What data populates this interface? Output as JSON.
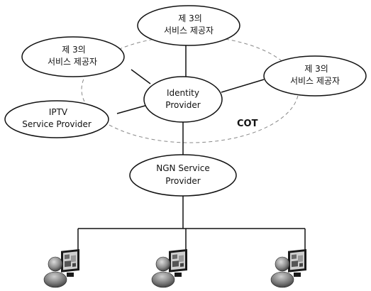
{
  "nodes": {
    "third_party_top": {
      "line1": "제 3의",
      "line2": "서비스 제공자"
    },
    "third_party_left": {
      "line1": "제 3의",
      "line2": "서비스 제공자"
    },
    "third_party_right": {
      "line1": "제 3의",
      "line2": "서비스 제공자"
    },
    "identity_provider": {
      "line1": "Identity",
      "line2": "Provider"
    },
    "iptv_provider": {
      "line1": "IPTV",
      "line2": "Service Provider"
    },
    "ngn_provider": {
      "line1": "NGN Service",
      "line2": "Provider"
    }
  },
  "cot_label": "COT",
  "users": [
    {
      "icon": "user-computer-icon"
    },
    {
      "icon": "user-computer-icon"
    },
    {
      "icon": "user-computer-icon"
    }
  ]
}
